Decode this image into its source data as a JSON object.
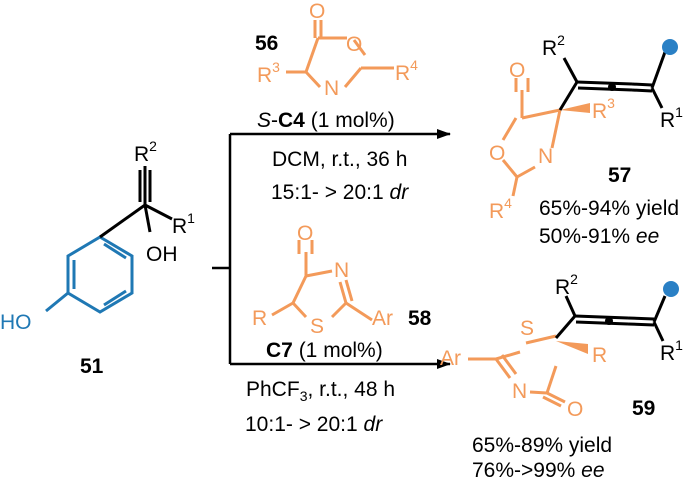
{
  "colors": {
    "black": "#000000",
    "orange": "#f39a5a",
    "blue": "#1f78b4",
    "dot_blue": "#2a80c5"
  },
  "start": {
    "id": "51",
    "ho": "HO",
    "oh": "OH",
    "r1": "R",
    "r1_sup": "1",
    "r2": "R",
    "r2_sup": "2"
  },
  "top": {
    "reagent_id": "56",
    "o_carbonyl": "O",
    "o_ring": "O",
    "n_ring": "N",
    "r3": "R",
    "r3_sup": "3",
    "r4": "R",
    "r4_sup": "4",
    "cond1_s": "S",
    "cond1_dash": "-",
    "cond1_cat": "C4",
    "cond1_rest": " (1 mol%)",
    "cond2": "DCM, r.t., 36 h",
    "cond3": "15:1- > 20:1 ",
    "cond3_dr": "dr",
    "product": {
      "id": "57",
      "o_carbonyl": "O",
      "o_ring": "O",
      "n_ring": "N",
      "r1": "R",
      "r1_sup": "1",
      "r2": "R",
      "r2_sup": "2",
      "r3": "R",
      "r3_sup": "3",
      "r4": "R",
      "r4_sup": "4",
      "yield": "65%-94% yield",
      "ee_val": "50%-91% ",
      "ee": "ee"
    }
  },
  "bottom": {
    "reagent_id": "58",
    "o_carbonyl": "O",
    "n_ring": "N",
    "s_ring": "S",
    "r": "R",
    "ar": "Ar",
    "cond1_cat": "C7",
    "cond1_rest": " (1 mol%)",
    "cond2_a": "PhCF",
    "cond2_sub": "3",
    "cond2_b": ", r.t., 48 h",
    "cond3": "10:1- > 20:1 ",
    "cond3_dr": "dr",
    "product": {
      "id": "59",
      "o_carbonyl": "O",
      "n_ring": "N",
      "s_ring": "S",
      "r": "R",
      "ar": "Ar",
      "r1": "R",
      "r1_sup": "1",
      "r2": "R",
      "r2_sup": "2",
      "yield": "65%-89% yield",
      "ee_val": "76%->99% ",
      "ee": "ee"
    }
  }
}
